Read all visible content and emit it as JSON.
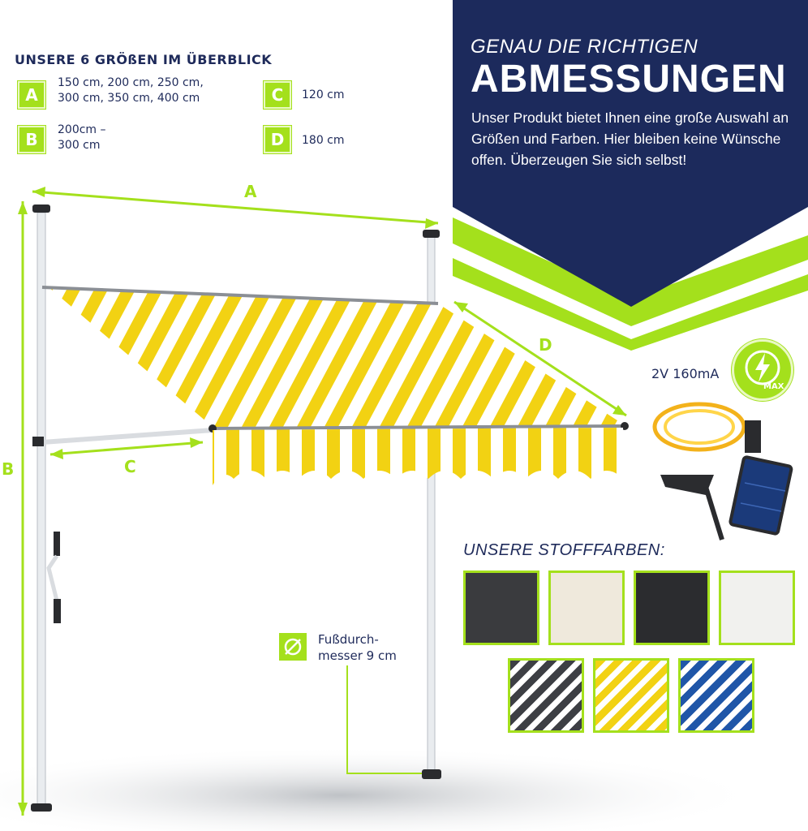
{
  "sizes": {
    "title": "UNSERE 6 GRÖßEN IM ÜBERBLICK",
    "items": [
      {
        "letter": "A",
        "text": "150 cm, 200 cm, 250 cm,\n300 cm, 350 cm, 400 cm"
      },
      {
        "letter": "B",
        "text": "200cm –\n300 cm"
      },
      {
        "letter": "C",
        "text": "120 cm"
      },
      {
        "letter": "D",
        "text": "180 cm"
      }
    ]
  },
  "banner": {
    "subtitle": "GENAU DIE RICHTIGEN",
    "title": "ABMESSUNGEN",
    "text": "Unser Produkt bietet Ihnen eine große Auswahl an Größen und Farben. Hier bleiben keine Wünsche offen. Überzeugen Sie sich selbst!"
  },
  "dimensions": {
    "a": "A",
    "b": "B",
    "c": "C",
    "d": "D"
  },
  "led": {
    "spec": "2V 160mA",
    "badge": "MAX"
  },
  "foot": {
    "text": "Fußdurch-\nmesser 9 cm"
  },
  "fabric": {
    "title": "UNSERE STOFFFARBEN:",
    "colors": [
      "#3a3b3e",
      "#efe9dc",
      "#2b2c2f",
      "#f1f1ee"
    ],
    "stripes": [
      {
        "a": "#3d3f44",
        "b": "#ffffff"
      },
      {
        "a": "#f2d213",
        "b": "#ffffff"
      },
      {
        "a": "#1f56a8",
        "b": "#ffffff"
      }
    ]
  },
  "colors": {
    "accent": "#a4e01c",
    "navy": "#1c2a5c",
    "awning": "#f2d213"
  }
}
